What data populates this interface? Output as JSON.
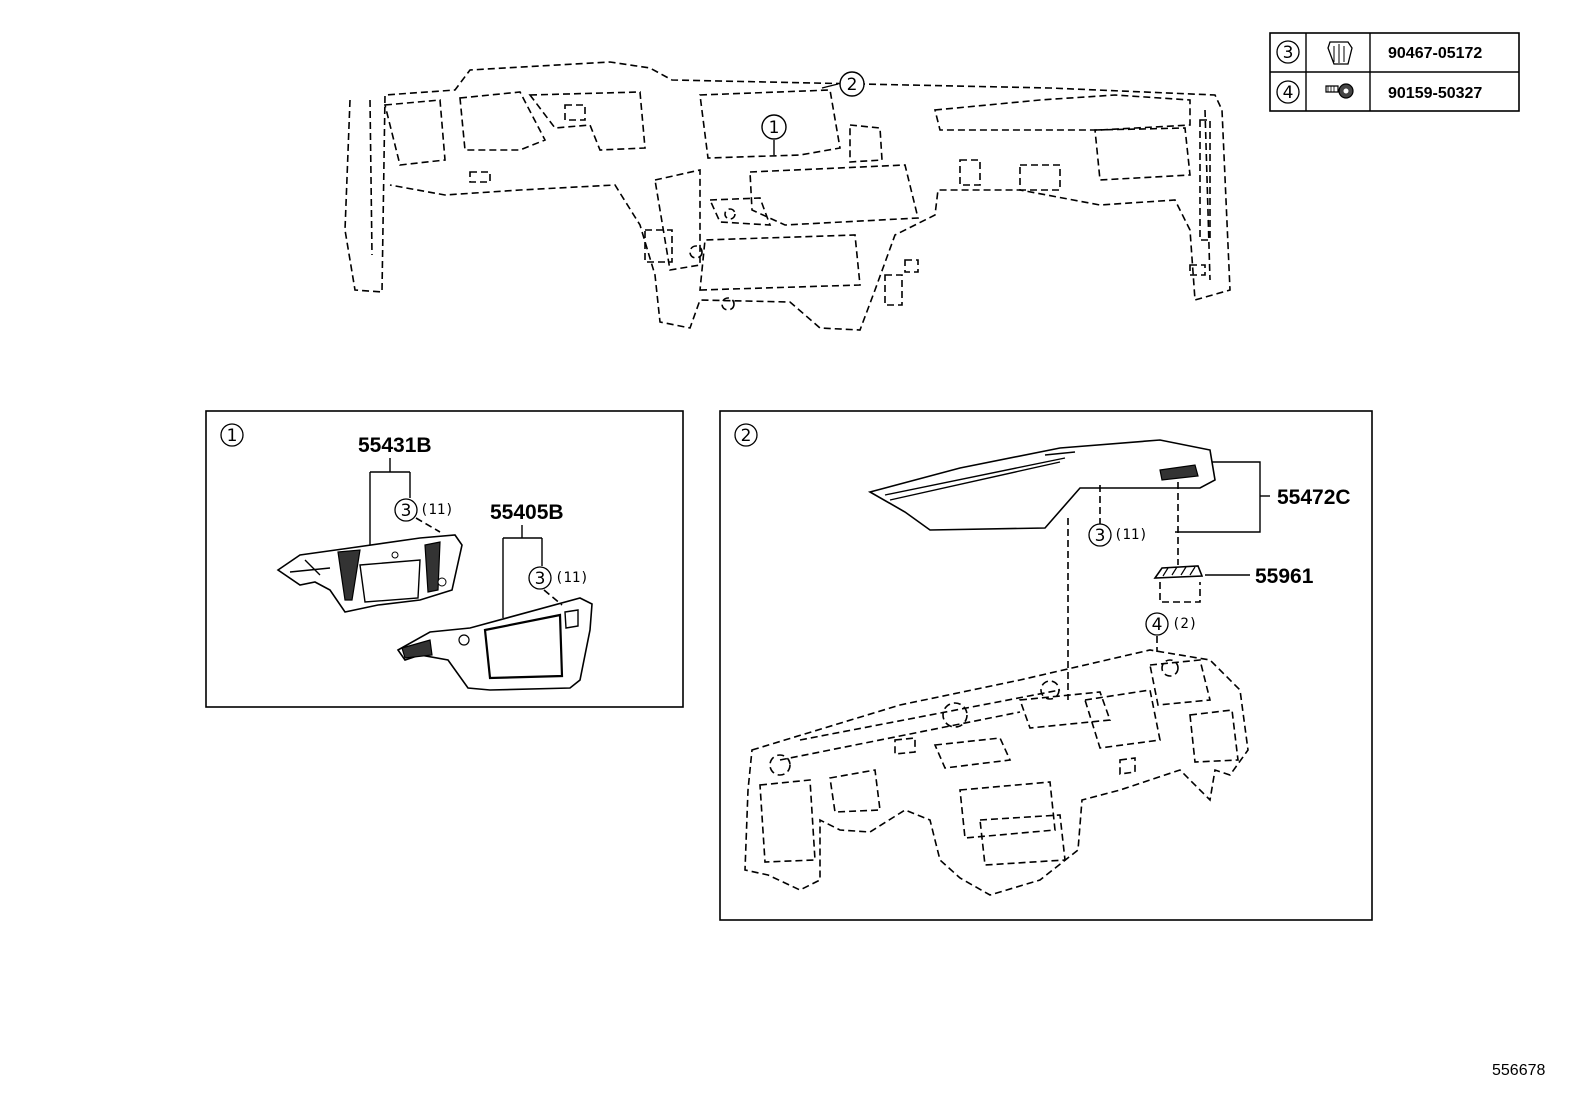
{
  "callouts": {
    "c1": "1",
    "c2": "2",
    "c3": "3",
    "c4": "4"
  },
  "legend": {
    "rows": [
      {
        "ref": "3",
        "icon": "clip-icon",
        "part_no": "90467-05172"
      },
      {
        "ref": "4",
        "icon": "screw-icon",
        "part_no": "90159-50327"
      }
    ]
  },
  "detail1": {
    "ref": "1",
    "part_a": "55431B",
    "part_a_clip_ref": "3",
    "part_a_clip_qty": "(11)",
    "part_b": "55405B",
    "part_b_clip_ref": "3",
    "part_b_clip_qty": "(11)"
  },
  "detail2": {
    "ref": "2",
    "part_a": "55472C",
    "part_a_clip_ref": "3",
    "part_a_clip_qty": "(11)",
    "part_b": "55961",
    "part_b_screw_ref": "4",
    "part_b_screw_qty": "(2)"
  },
  "footer": {
    "diagram_id": "556678"
  }
}
